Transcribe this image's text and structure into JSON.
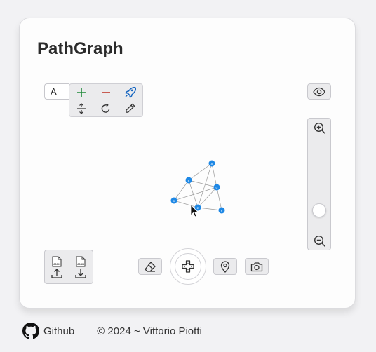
{
  "app": {
    "title": "PathGraph"
  },
  "node_input": {
    "value": "A"
  },
  "toolbar": {
    "add_icon": "plus-icon",
    "remove_icon": "minus-icon",
    "run_icon": "rocket-icon",
    "swap_icon": "vertical-arrows-icon",
    "reset_icon": "rotate-icon",
    "edit_icon": "pencil-icon",
    "colors": {
      "add": "#1f8a3a",
      "remove": "#c0392b",
      "run": "#1565c0"
    }
  },
  "graph": {
    "node_color": "#1e88e5",
    "nodes": [
      "A",
      "B",
      "C",
      "D",
      "E",
      "F"
    ]
  },
  "zoom": {
    "level": 0.22
  },
  "json_panel": {
    "upload_label": "JSON",
    "download_label": "JSON"
  },
  "bottom_tools": [
    "eraser-icon",
    "dpad-icon",
    "map-pin-icon",
    "camera-icon"
  ],
  "footer": {
    "github": "Github",
    "copyright": "© 2024 ~ Vittorio Piotti"
  }
}
